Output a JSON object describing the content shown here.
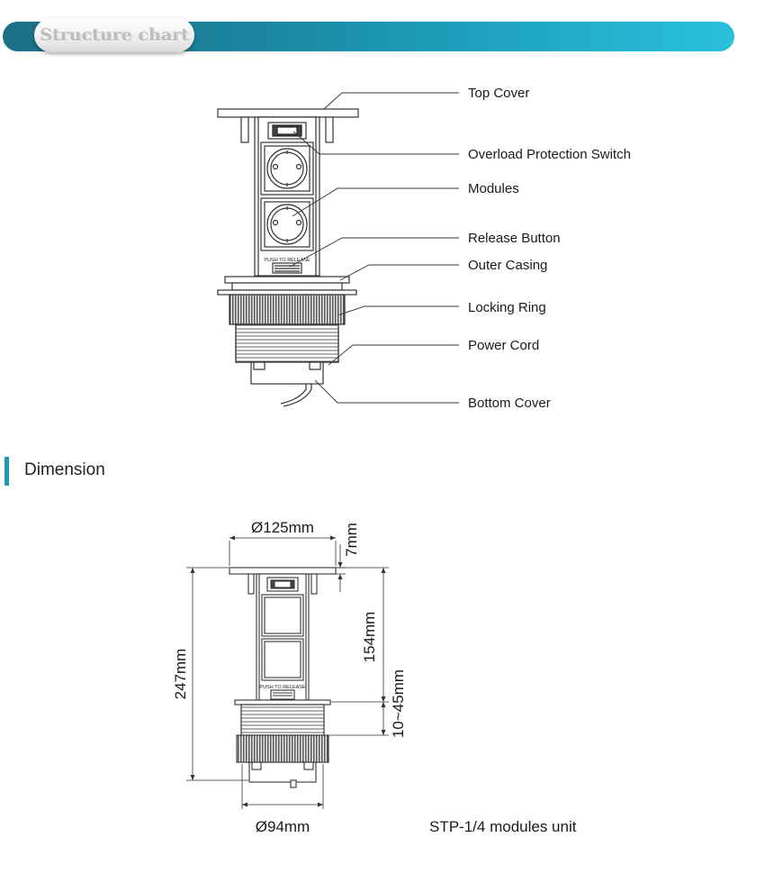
{
  "header": {
    "title": "Structure chart"
  },
  "structure": {
    "labels": [
      "Top Cover",
      "Overload Protection Switch",
      "Modules",
      "Release Button",
      "Outer Casing",
      "Locking Ring",
      "Power Cord",
      "Bottom Cover"
    ],
    "panel_text": "PUSH TO RELEASE"
  },
  "dimension": {
    "section_title": "Dimension",
    "top_diameter": "Ø125mm",
    "cover_thickness": "7mm",
    "tower_height": "154mm",
    "total_height": "247mm",
    "mount_range": "10~45mm",
    "bottom_diameter": "Ø94mm",
    "caption": "STP-1/4 modules unit",
    "panel_text": "PUSH TO RELEASE"
  },
  "colors": {
    "banner_start": "#1c6f86",
    "banner_end": "#2ac0dc",
    "accent_bar": "#1e98b8"
  }
}
